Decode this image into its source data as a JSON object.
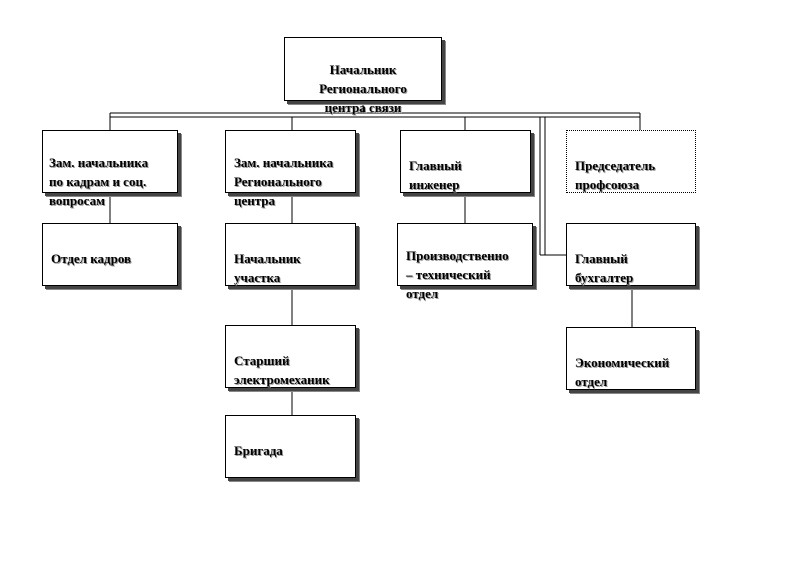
{
  "org_chart": {
    "root": "Начальник\nРегионального\nцентра связи",
    "deputy_hr": "Зам. начальника\nпо кадрам и соц.\nвопросам",
    "hr_department": "Отдел кадров",
    "deputy_regional": "Зам. начальника\nРегионального\nцентра",
    "section_head": "Начальник\nучастка",
    "senior_electromechanic": "Старший\nэлектромеханик",
    "brigade": "Бригада",
    "chief_engineer": "Главный\nинженер",
    "production_department": "Производственно\n– технический\nотдел",
    "union_chairman": "Председатель\nпрофсоюза",
    "chief_accountant": "Главный\nбухгалтер",
    "economic_department": "Экономический\nотдел"
  }
}
